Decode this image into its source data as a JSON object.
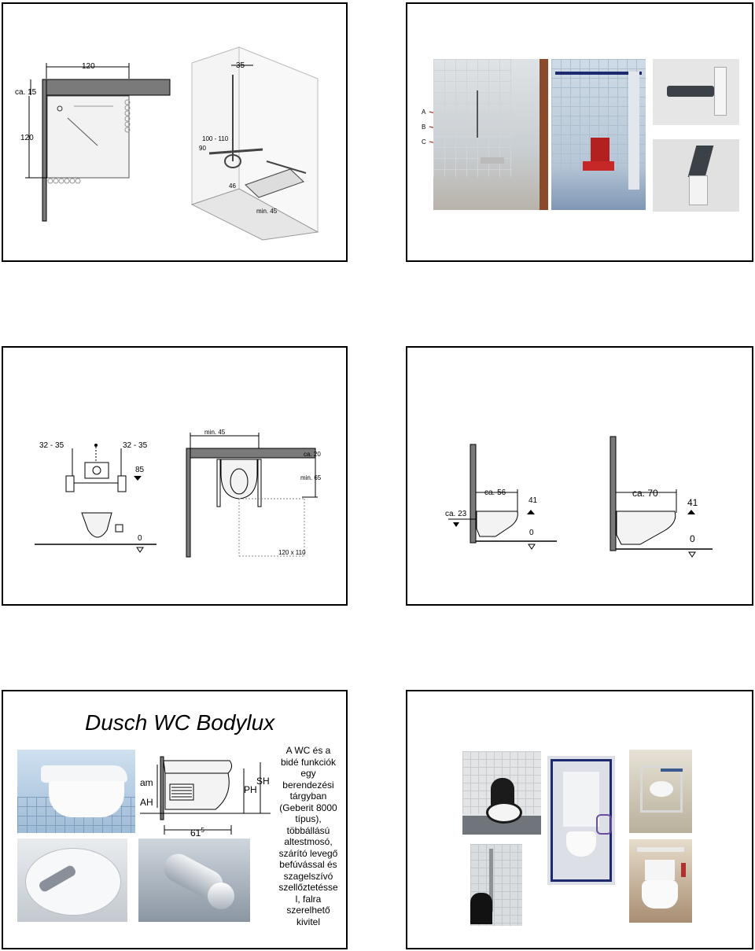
{
  "slide1": {
    "plan": {
      "w120": "120",
      "ca15": "ca. 15",
      "h120": "120"
    },
    "shower": {
      "d35": "35",
      "d100_110": "100 - 110",
      "d90": "90",
      "d46": "46",
      "min45": "min. 45"
    }
  },
  "slide2": {
    "markers": [
      "A",
      "B",
      "C"
    ]
  },
  "slide3": {
    "front": {
      "left": "32 - 35",
      "right": "32 - 35",
      "h85": "85",
      "zero": "0"
    },
    "plan": {
      "min45": "min. 45",
      "ca20": "ca. 20",
      "min65": "min. 65",
      "area": "120 x 110"
    }
  },
  "slide4": {
    "left": {
      "ca56": "ca. 56",
      "h41": "41",
      "ca23": "ca. 23",
      "zero": "0"
    },
    "right": {
      "ca70": "ca. 70",
      "h41": "41",
      "zero": "0"
    }
  },
  "slide5": {
    "title": "Dusch WC Bodylux",
    "diagram": {
      "am": "am",
      "ah": "AH",
      "ph": "PH",
      "sh": "SH",
      "w61": "61",
      "w61sup": "5"
    },
    "description": [
      "A WC és a",
      "bidé funkciók",
      "egy",
      "berendezési",
      "tárgyban",
      "(Geberit 8000",
      "típus),",
      "többállású",
      "altestmosó,",
      "szárító levegő",
      "befúvással és",
      "szagelszívó",
      "szellőztetésse",
      "l, falra",
      "szerelhető",
      "kivitel"
    ]
  },
  "colors": {
    "wall": "#6e6e6e",
    "tile": "#e8eaec",
    "accent_red": "#c0392b",
    "rail": "#1e2a6e"
  }
}
